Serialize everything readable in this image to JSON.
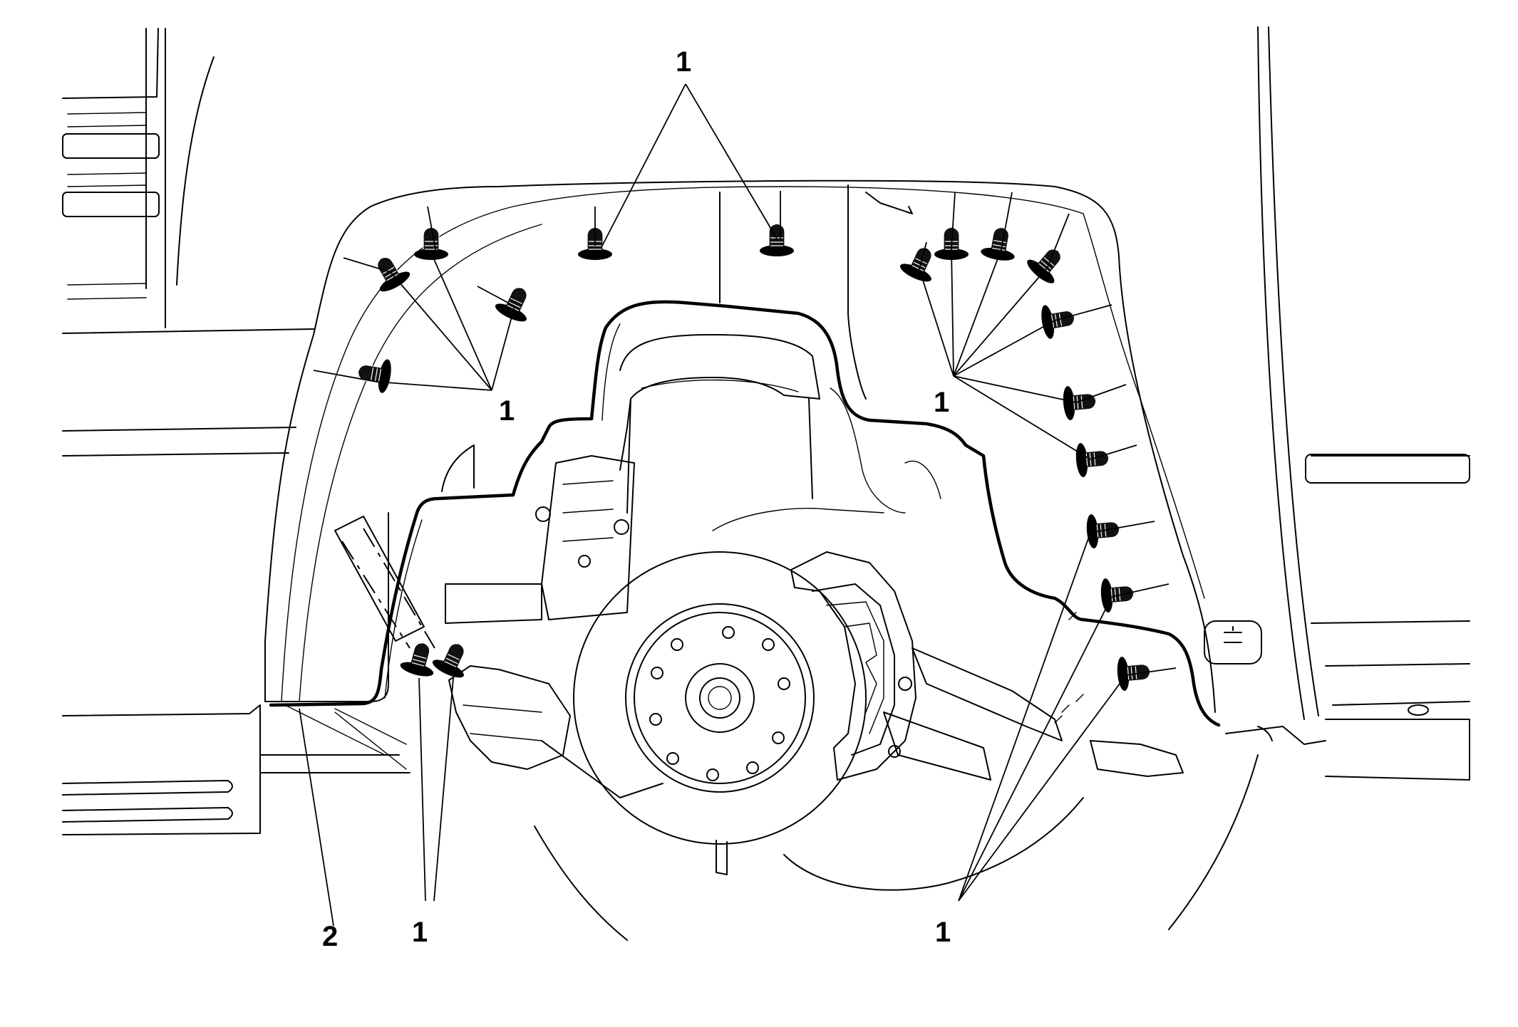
{
  "diagram": {
    "callouts": [
      {
        "id": "c-top",
        "label": "1"
      },
      {
        "id": "c-upper-left",
        "label": "1"
      },
      {
        "id": "c-upper-right",
        "label": "1"
      },
      {
        "id": "c-lower-left",
        "label": "1"
      },
      {
        "id": "c-lower-right",
        "label": "1"
      },
      {
        "id": "c-liner",
        "label": "2"
      }
    ],
    "icon_names": {
      "fastener": "push-pin-retainer-icon",
      "liner": "wheelhouse-liner",
      "brake_rotor": "brake-rotor",
      "brake_caliper": "brake-caliper"
    }
  }
}
